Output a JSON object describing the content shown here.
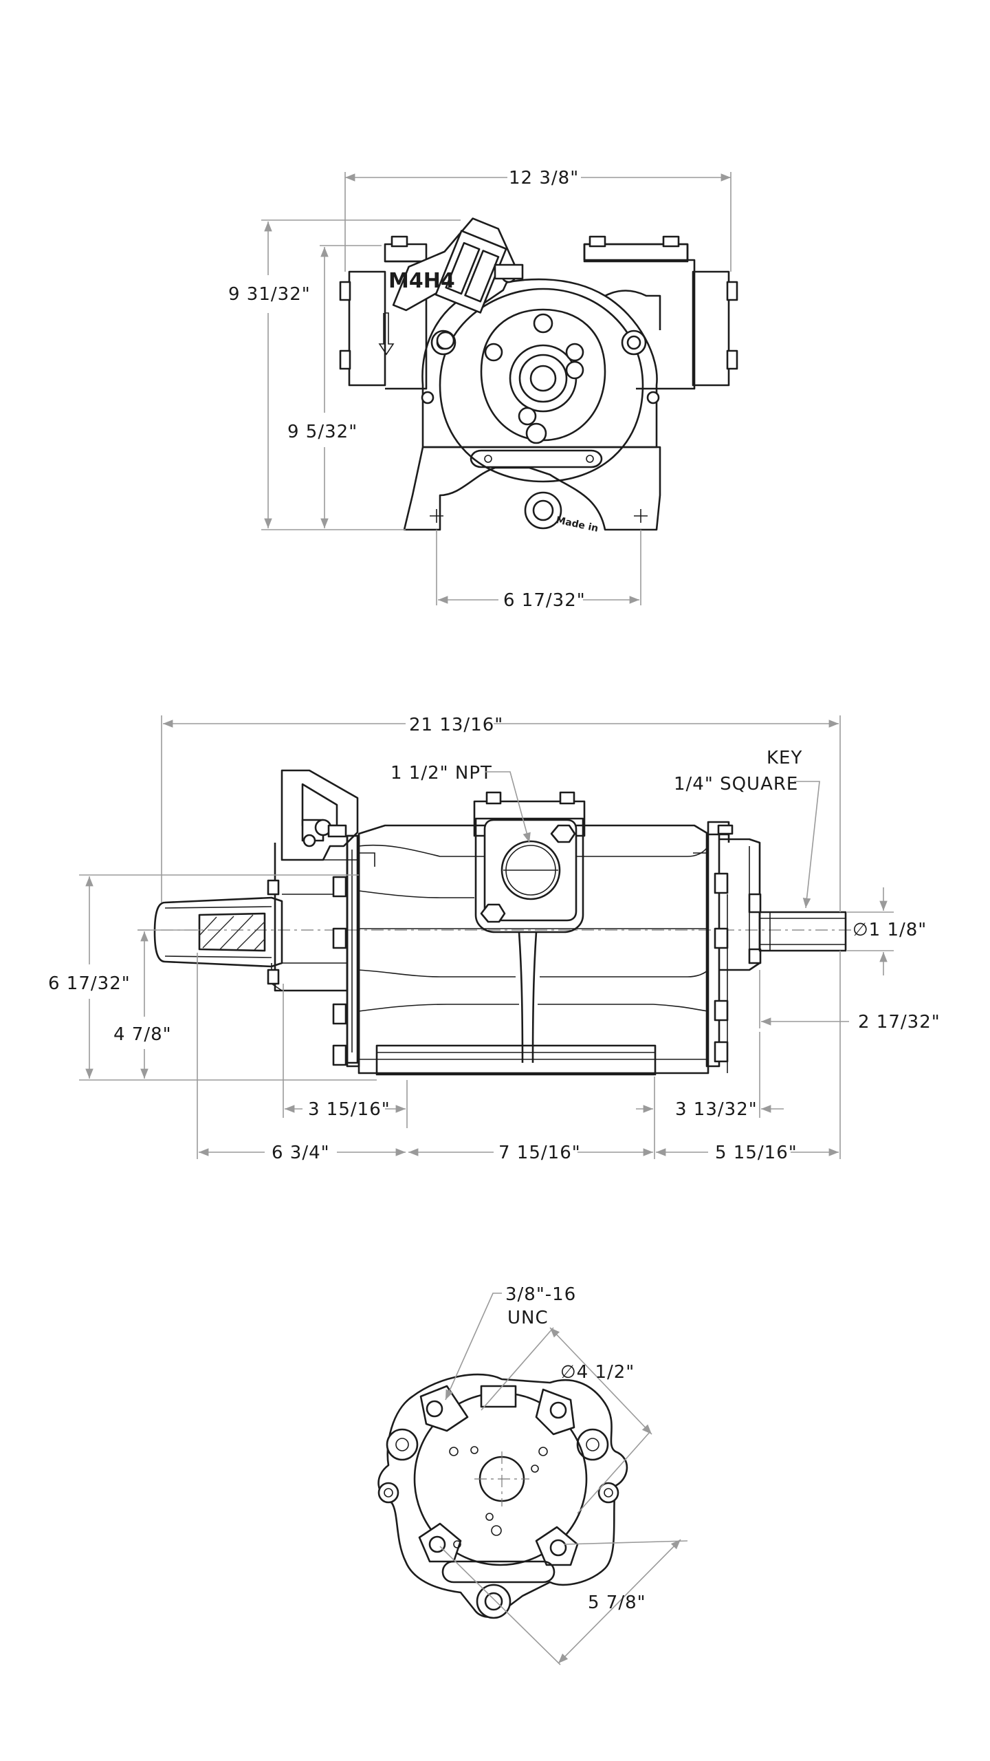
{
  "colors": {
    "line": "#1c1c1c",
    "dimension": "#9a9a9a",
    "background": "#ffffff"
  },
  "front_view": {
    "overall_width": "12 3/8\"",
    "overall_height": "9 31/32\"",
    "port_height": "9 5/32\"",
    "foot_spacing": "6 17/32\"",
    "brand_text": "M4H4",
    "made_in_text": "Made in"
  },
  "side_view": {
    "overall_length": "21 13/16\"",
    "port_label": "1 1/2\" NPT",
    "key_label_line1": "KEY",
    "key_label_line2": "1/4\" SQUARE",
    "shaft_diameter": "∅1 1/8\"",
    "shaft_extension": "2 17/32\"",
    "overall_height": "6 17/32\"",
    "shaft_center_height": "4 7/8\"",
    "left_offset": "3 15/16\"",
    "right_offset": "3 13/32\"",
    "left_section": "6 3/4\"",
    "middle_section": "7 15/16\"",
    "right_section": "5 15/16\""
  },
  "flange_view": {
    "thread_line1": "3/8\"-16",
    "thread_line2": "UNC",
    "pilot_diameter": "∅4 1/2\"",
    "bolt_spacing": "5 7/8\""
  }
}
